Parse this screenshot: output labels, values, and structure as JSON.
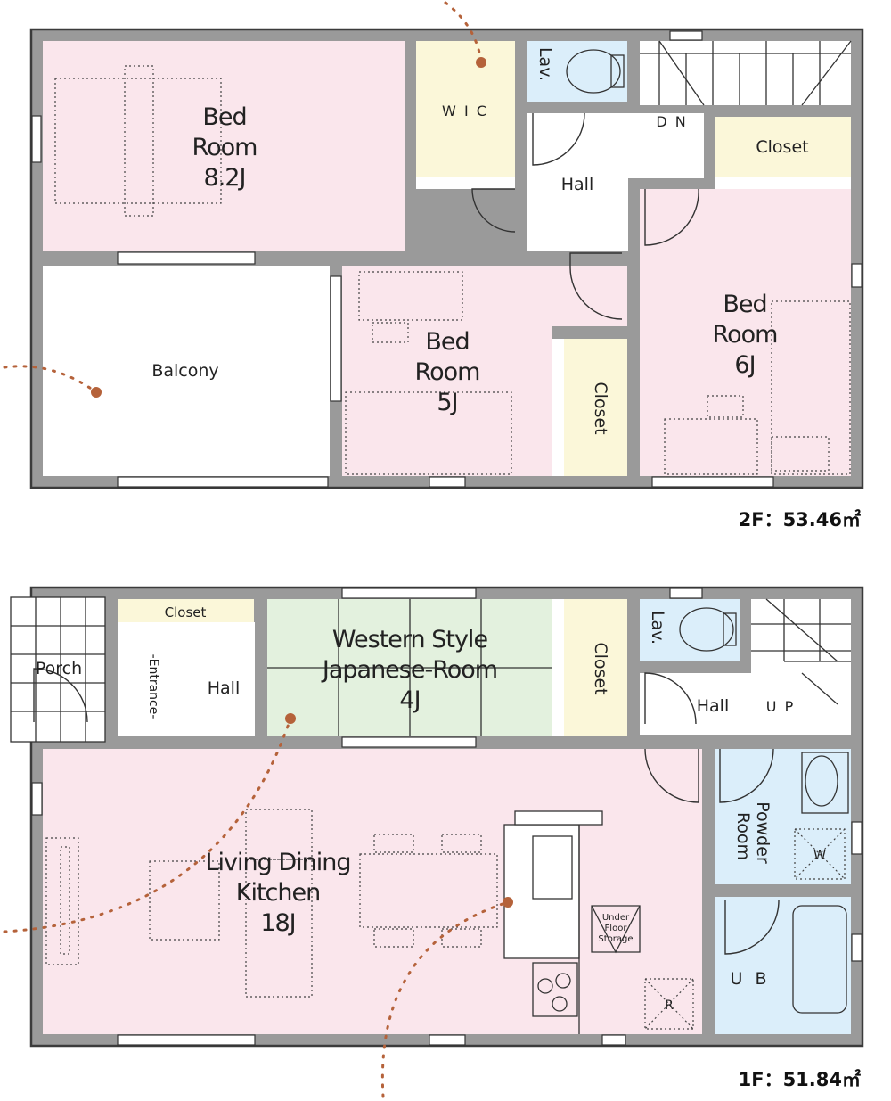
{
  "floor2": {
    "area": "2F：53.46㎡",
    "bed_large": [
      "Bed",
      "Room",
      "8.2J"
    ],
    "wic": "W I C",
    "lav": "Lav.",
    "dn": "D N",
    "hall": "Hall",
    "closet_top": "Closet",
    "balcony": "Balcony",
    "bed_mid": [
      "Bed",
      "Room",
      "5J"
    ],
    "closet_mid": "Closet",
    "bed_right": [
      "Bed",
      "Room",
      "6J"
    ]
  },
  "floor1": {
    "area": "1F：51.84㎡",
    "porch": "Porch",
    "closet_entry": "Closet",
    "entrance": "-Entrance-",
    "hall_left": "Hall",
    "japanese_room": [
      "Western Style",
      "Japanese-Room",
      "4J"
    ],
    "closet_jp": "Closet",
    "lav": "Lav.",
    "hall_right": "Hall",
    "up": "U P",
    "ldk": [
      "Living Dining",
      "Kitchen",
      "18J"
    ],
    "powder_room": [
      "Powder",
      "Room"
    ],
    "washer": "W",
    "ub": "U B",
    "storage": [
      "Under",
      "Floor",
      "Storage"
    ],
    "fridge": "R"
  }
}
